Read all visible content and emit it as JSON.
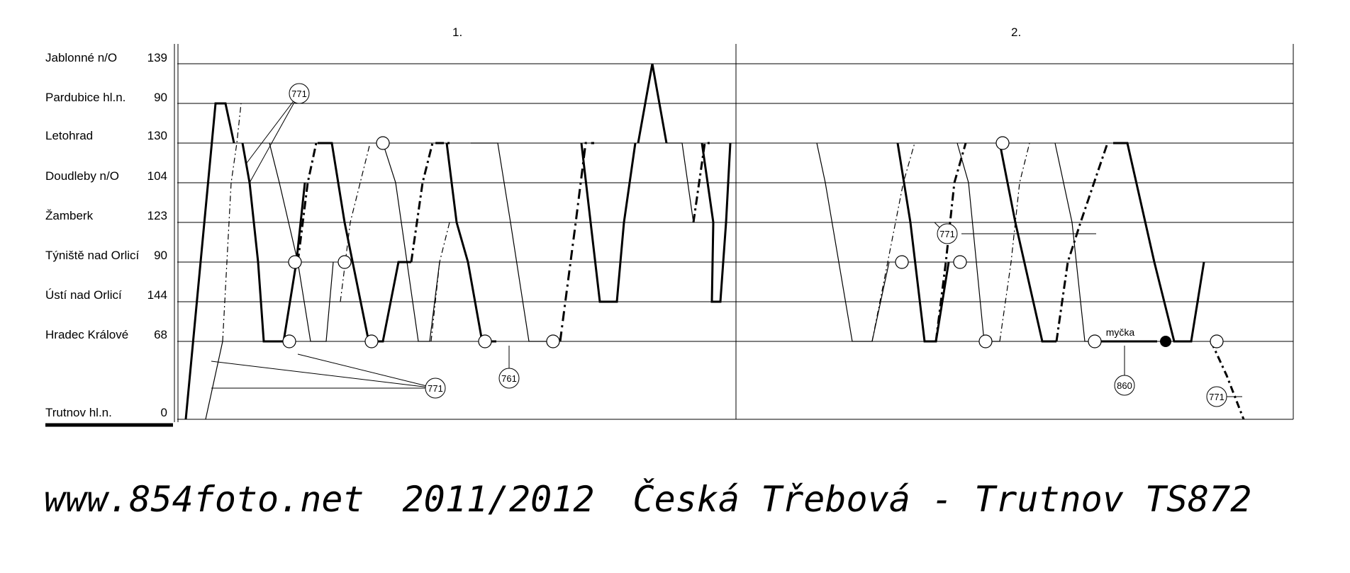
{
  "periods": [
    "1.",
    "2."
  ],
  "stations": [
    {
      "name": "Jablonné n/O",
      "km": "139"
    },
    {
      "name": "Pardubice hl.n.",
      "km": "90"
    },
    {
      "name": "Letohrad",
      "km": "130"
    },
    {
      "name": "Doudleby n/O",
      "km": "104"
    },
    {
      "name": "Žamberk",
      "km": "123"
    },
    {
      "name": "Týniště nad Orlicí",
      "km": "90"
    },
    {
      "name": "Ústí nad Orlicí",
      "km": "144"
    },
    {
      "name": "Hradec Králové",
      "km": "68"
    },
    {
      "name": "Trutnov hl.n.",
      "km": "0"
    }
  ],
  "circuits": [
    "771",
    "761",
    "860"
  ],
  "labels": {
    "myka": "myčka"
  },
  "footer": {
    "site": "www.854foto.net",
    "season": "2011/2012",
    "route": "Česká Třebová - Trutnov",
    "code": "TS872"
  },
  "colors": {
    "line": "#000000",
    "background": "#ffffff"
  }
}
